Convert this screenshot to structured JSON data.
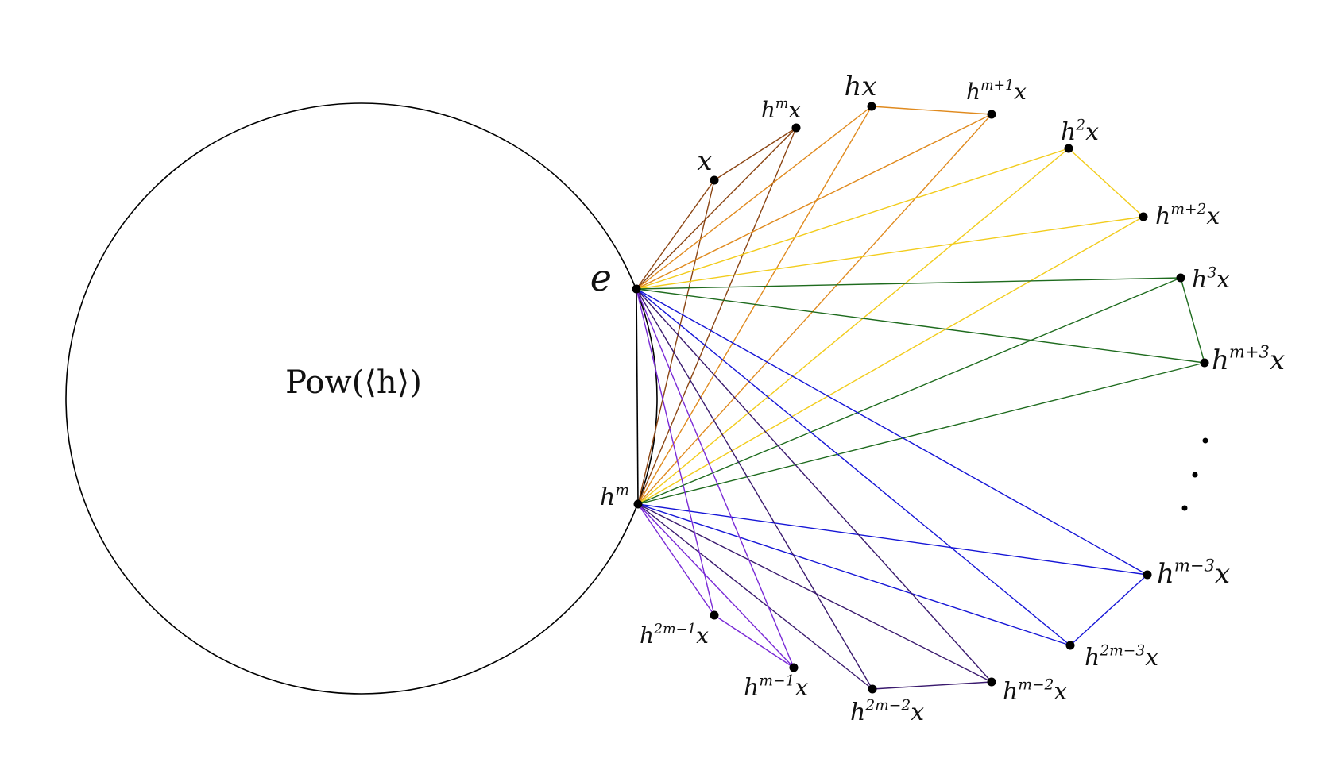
{
  "center_label": "Pow(⟨h⟩)",
  "colors": {
    "brown": "#8b4513",
    "orange": "#e08a1e",
    "yellow": "#f2cc1c",
    "green": "#1e6b1e",
    "blue": "#1515d6",
    "indigo": "#3a1a6e",
    "violet": "#7a2ad6",
    "black": "#000000"
  },
  "nodes": [
    {
      "id": "e",
      "base": "e",
      "sup": "",
      "suffix": ""
    },
    {
      "id": "hm",
      "base": "h",
      "sup": "m",
      "suffix": ""
    },
    {
      "id": "x",
      "base": "x",
      "sup": "",
      "suffix": ""
    },
    {
      "id": "hmx",
      "base": "h",
      "sup": "m",
      "suffix": "x"
    },
    {
      "id": "hx",
      "base": "hx",
      "sup": "",
      "suffix": ""
    },
    {
      "id": "hm1x",
      "base": "h",
      "sup": "m+1",
      "suffix": "x"
    },
    {
      "id": "h2x",
      "base": "h",
      "sup": "2",
      "suffix": "x"
    },
    {
      "id": "hm2x",
      "base": "h",
      "sup": "m+2",
      "suffix": "x"
    },
    {
      "id": "h3x",
      "base": "h",
      "sup": "3",
      "suffix": "x"
    },
    {
      "id": "hm3x",
      "base": "h",
      "sup": "m+3",
      "suffix": "x"
    },
    {
      "id": "hmm3x",
      "base": "h",
      "sup": "m−3",
      "suffix": "x"
    },
    {
      "id": "h2mm3x",
      "base": "h",
      "sup": "2m−3",
      "suffix": "x"
    },
    {
      "id": "hmm2x",
      "base": "h",
      "sup": "m−2",
      "suffix": "x"
    },
    {
      "id": "h2mm2x",
      "base": "h",
      "sup": "2m−2",
      "suffix": "x"
    },
    {
      "id": "hmm1x",
      "base": "h",
      "sup": "m−1",
      "suffix": "x"
    },
    {
      "id": "h2mm1x",
      "base": "h",
      "sup": "2m−1",
      "suffix": "x"
    }
  ],
  "edges": [
    {
      "a": "e",
      "b": "hm",
      "color": "black"
    },
    {
      "a": "e",
      "b": "x",
      "color": "brown"
    },
    {
      "a": "e",
      "b": "hmx",
      "color": "brown"
    },
    {
      "a": "hm",
      "b": "x",
      "color": "brown"
    },
    {
      "a": "hm",
      "b": "hmx",
      "color": "brown"
    },
    {
      "a": "x",
      "b": "hmx",
      "color": "brown"
    },
    {
      "a": "e",
      "b": "hx",
      "color": "orange"
    },
    {
      "a": "e",
      "b": "hm1x",
      "color": "orange"
    },
    {
      "a": "hm",
      "b": "hx",
      "color": "orange"
    },
    {
      "a": "hm",
      "b": "hm1x",
      "color": "orange"
    },
    {
      "a": "hx",
      "b": "hm1x",
      "color": "orange"
    },
    {
      "a": "e",
      "b": "h2x",
      "color": "yellow"
    },
    {
      "a": "e",
      "b": "hm2x",
      "color": "yellow"
    },
    {
      "a": "hm",
      "b": "h2x",
      "color": "yellow"
    },
    {
      "a": "hm",
      "b": "hm2x",
      "color": "yellow"
    },
    {
      "a": "h2x",
      "b": "hm2x",
      "color": "yellow"
    },
    {
      "a": "e",
      "b": "h3x",
      "color": "green"
    },
    {
      "a": "e",
      "b": "hm3x",
      "color": "green"
    },
    {
      "a": "hm",
      "b": "h3x",
      "color": "green"
    },
    {
      "a": "hm",
      "b": "hm3x",
      "color": "green"
    },
    {
      "a": "h3x",
      "b": "hm3x",
      "color": "green"
    },
    {
      "a": "e",
      "b": "hmm3x",
      "color": "blue"
    },
    {
      "a": "e",
      "b": "h2mm3x",
      "color": "blue"
    },
    {
      "a": "hm",
      "b": "hmm3x",
      "color": "blue"
    },
    {
      "a": "hm",
      "b": "h2mm3x",
      "color": "blue"
    },
    {
      "a": "hmm3x",
      "b": "h2mm3x",
      "color": "blue"
    },
    {
      "a": "e",
      "b": "hmm2x",
      "color": "indigo"
    },
    {
      "a": "e",
      "b": "h2mm2x",
      "color": "indigo"
    },
    {
      "a": "hm",
      "b": "hmm2x",
      "color": "indigo"
    },
    {
      "a": "hm",
      "b": "h2mm2x",
      "color": "indigo"
    },
    {
      "a": "hmm2x",
      "b": "h2mm2x",
      "color": "indigo"
    },
    {
      "a": "e",
      "b": "hmm1x",
      "color": "violet"
    },
    {
      "a": "e",
      "b": "h2mm1x",
      "color": "violet"
    },
    {
      "a": "hm",
      "b": "hmm1x",
      "color": "violet"
    },
    {
      "a": "hm",
      "b": "h2mm1x",
      "color": "violet"
    },
    {
      "a": "hmm1x",
      "b": "h2mm1x",
      "color": "violet"
    }
  ]
}
